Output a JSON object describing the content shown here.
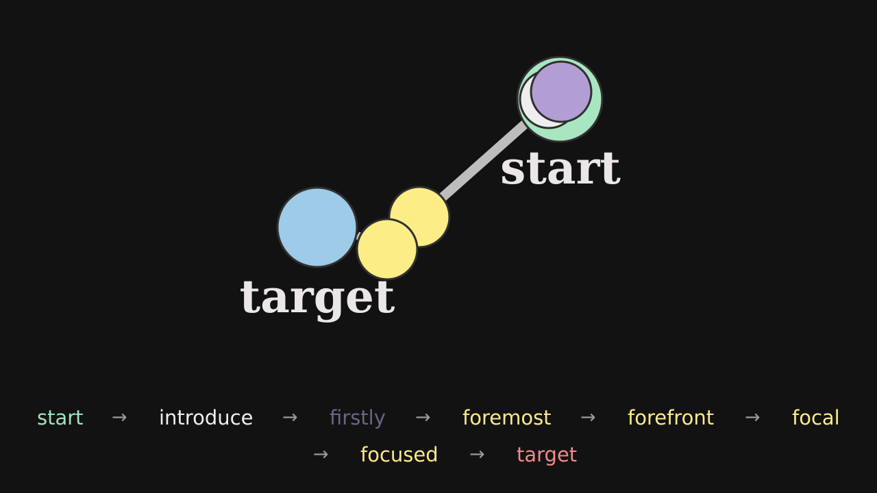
{
  "diagram": {
    "start_label": "start",
    "target_label": "target",
    "colors": {
      "start_ring": "#a8e6c1",
      "start_inner": "#b39dd5",
      "start_crescent": "#eeeeee",
      "intermediate": "#fded87",
      "target": "#9dcbe8",
      "edge": "#bdbdbd",
      "stroke": "#2f2f2f"
    }
  },
  "path": {
    "words": [
      {
        "text": "start",
        "color": "#9fe3bf"
      },
      {
        "text": "introduce",
        "color": "#eeeeee"
      },
      {
        "text": "firstly",
        "color": "#6e6384"
      },
      {
        "text": "foremost",
        "color": "#fde98a"
      },
      {
        "text": "forefront",
        "color": "#fde98a"
      },
      {
        "text": "focal",
        "color": "#fde98a"
      },
      {
        "text": "focused",
        "color": "#fde98a"
      },
      {
        "text": "target",
        "color": "#f08a8a"
      }
    ],
    "arrow": "→"
  }
}
